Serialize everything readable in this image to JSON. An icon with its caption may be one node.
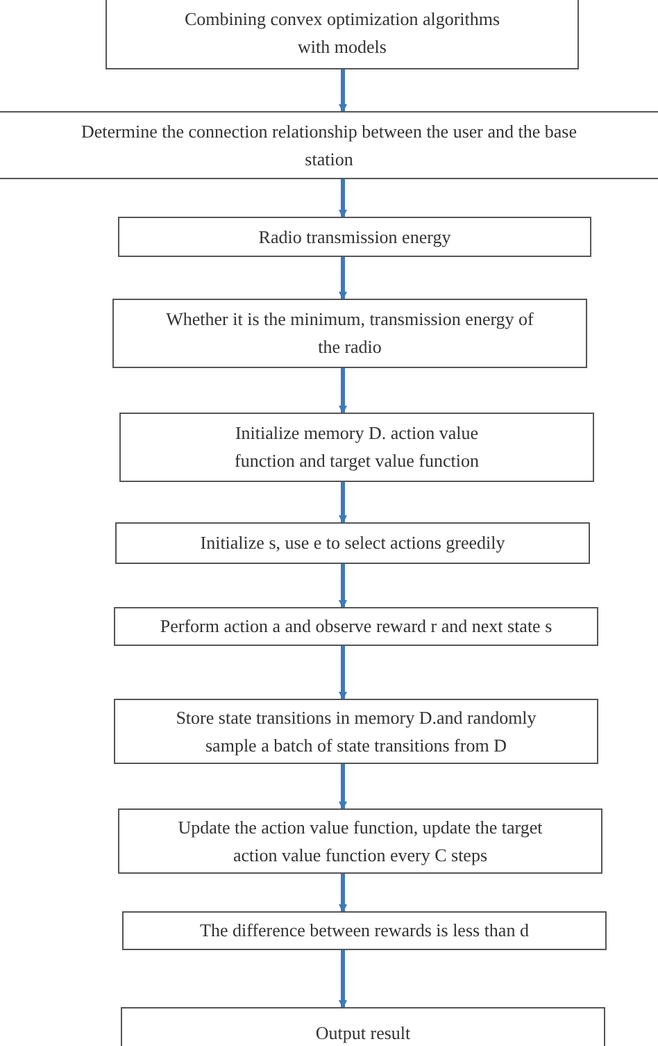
{
  "diagram": {
    "nodes": [
      {
        "text": [
          "Combining convex optimization algorithms with models"
        ]
      },
      {
        "text": [
          "Determine the connection relationship between the user and the base station"
        ]
      },
      {
        "text": [
          "Radio transmission energy"
        ]
      },
      {
        "text": [
          "Whether it is the minimum, transmission energy of the radio"
        ]
      },
      {
        "text": [
          "Initialize memory D. action value function and target value function"
        ]
      },
      {
        "text": [
          "Initialize s, use e to select actions greedily"
        ]
      },
      {
        "text": [
          "Perform action a and observe reward r and next state s"
        ]
      },
      {
        "text": [
          "Store state transitions in memory D.and randomly sample a batch of state transitions from D"
        ]
      },
      {
        "text": [
          "Update the action value function, update the target action value function every C steps"
        ]
      },
      {
        "text": [
          "The difference between rewards is less than d"
        ]
      },
      {
        "text": [
          "Output result"
        ]
      }
    ],
    "edges": [
      {
        "from": 0,
        "to": 1,
        "arrow": "to"
      },
      {
        "from": 1,
        "to": 2,
        "arrow": "to"
      },
      {
        "from": 2,
        "to": 3,
        "arrow": "to"
      },
      {
        "from": 3,
        "to": 4,
        "arrow": "to"
      },
      {
        "from": 4,
        "to": 5,
        "arrow": "to"
      },
      {
        "from": 5,
        "to": 6,
        "arrow": "to"
      },
      {
        "from": 6,
        "to": 7,
        "arrow": "to"
      },
      {
        "from": 7,
        "to": 8,
        "arrow": "to"
      },
      {
        "from": 8,
        "to": 9,
        "arrow": "to"
      },
      {
        "from": 9,
        "to": 10,
        "arrow": "to"
      }
    ]
  }
}
